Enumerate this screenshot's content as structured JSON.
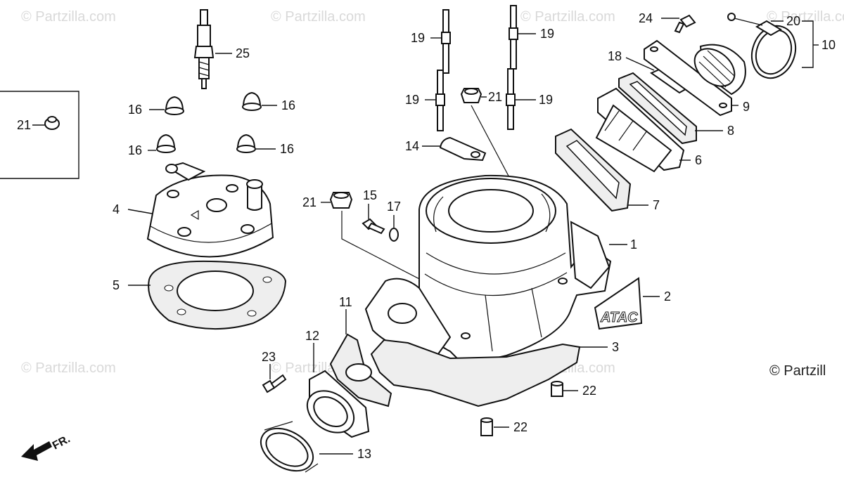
{
  "watermark": "© Partzilla.com",
  "copyright": "© Partzill",
  "front_label": "FR.",
  "callouts": {
    "c1": "1",
    "c2": "2",
    "c3": "3",
    "c4": "4",
    "c5": "5",
    "c6": "6",
    "c7": "7",
    "c8": "8",
    "c9": "9",
    "c10": "10",
    "c11": "11",
    "c12": "12",
    "c13": "13",
    "c14": "14",
    "c15": "15",
    "c16a": "16",
    "c16b": "16",
    "c16c": "16",
    "c16d": "16",
    "c17": "17",
    "c18": "18",
    "c19a": "19",
    "c19b": "19",
    "c19c": "19",
    "c19d": "19",
    "c20": "20",
    "c21a": "21",
    "c21b": "21",
    "c21c": "21",
    "c22a": "22",
    "c22b": "22",
    "c23": "23",
    "c24": "24",
    "c25": "25"
  },
  "decal_text": "ATAC"
}
